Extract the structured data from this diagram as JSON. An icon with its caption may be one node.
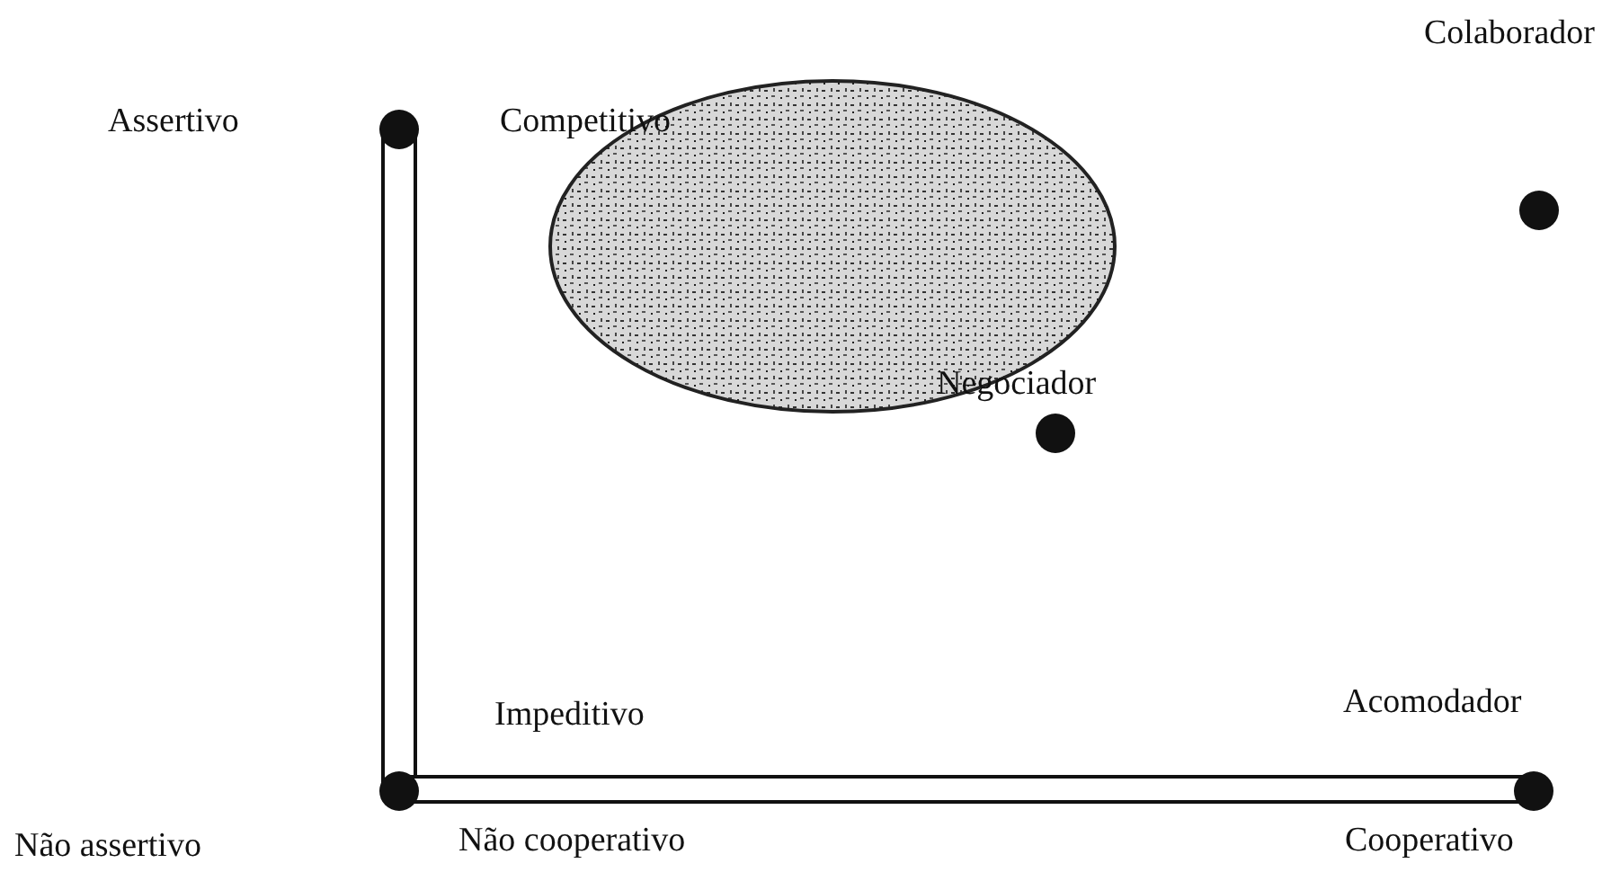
{
  "diagram": {
    "labels": [
      "Assertivo",
      "Competitivo",
      "Colaborador",
      "Negociador",
      "Impeditivo",
      "Acomodador",
      "Não assertivo",
      "Não cooperativo",
      "Cooperativo"
    ]
  }
}
